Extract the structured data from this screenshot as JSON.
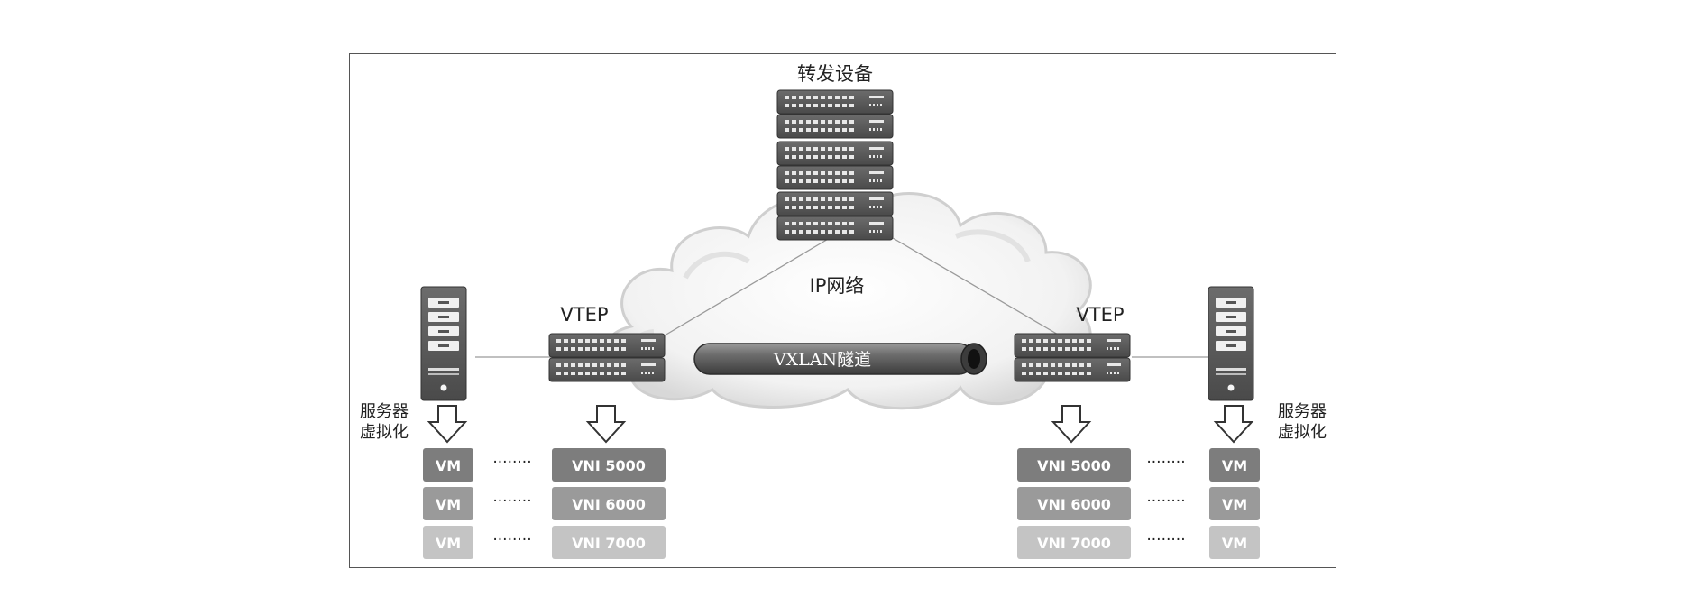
{
  "top_device_label": "转发设备",
  "cloud_label": "IP网络",
  "tunnel_label": "VXLAN隧道",
  "left": {
    "vtep_label": "VTEP",
    "server_label_line1": "服务器",
    "server_label_line2": "虚拟化",
    "vm_boxes": [
      "VM",
      "VM",
      "VM"
    ],
    "vni_boxes": [
      "VNI 5000",
      "VNI 6000",
      "VNI 7000"
    ]
  },
  "right": {
    "vtep_label": "VTEP",
    "server_label_line1": "服务器",
    "server_label_line2": "虚拟化",
    "vm_boxes": [
      "VM",
      "VM",
      "VM"
    ],
    "vni_boxes": [
      "VNI 5000",
      "VNI 6000",
      "VNI 7000"
    ]
  },
  "dots": "········",
  "colors": {
    "row1": "#7d7d7d",
    "row2": "#9a9a9a",
    "row3": "#c4c4c4",
    "device": "#5a5a5a",
    "cloud": "#f3f3f3"
  }
}
